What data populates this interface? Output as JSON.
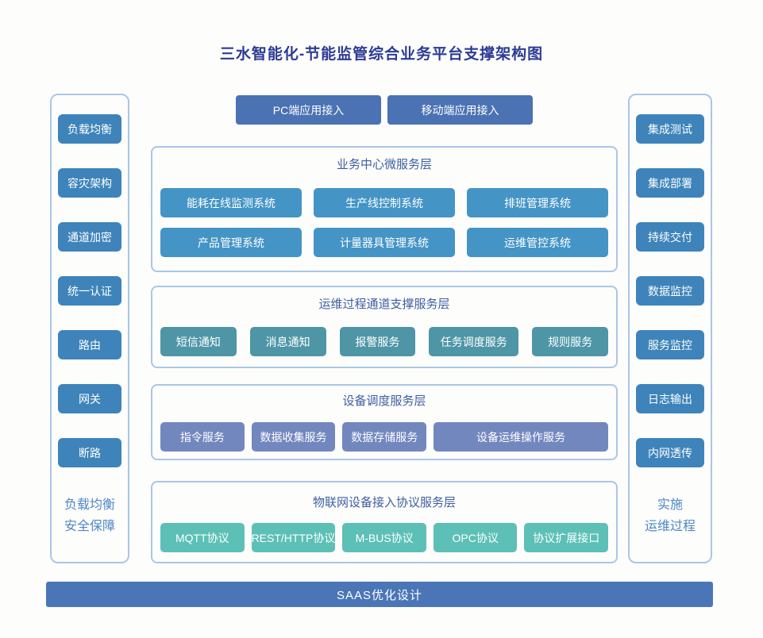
{
  "title": "三水智能化-节能监管综合业务平台支撑架构图",
  "top_buttons": [
    "PC端应用接入",
    "移动端应用接入"
  ],
  "left_panel": {
    "items": [
      "负载均衡",
      "容灾架构",
      "通道加密",
      "统一认证",
      "路由",
      "网关",
      "断路"
    ],
    "footer": [
      "负载均衡",
      "安全保障"
    ]
  },
  "right_panel": {
    "items": [
      "集成测试",
      "集成部署",
      "持续交付",
      "数据监控",
      "服务监控",
      "日志输出",
      "内网透传"
    ],
    "footer": [
      "实施",
      "运维过程"
    ]
  },
  "sections": [
    {
      "title": "业务中心微服务层",
      "rows": [
        [
          "能耗在线监测系统",
          "生产线控制系统",
          "排班管理系统"
        ],
        [
          "产品管理系统",
          "计量器具管理系统",
          "运维管控系统"
        ]
      ]
    },
    {
      "title": "运维过程通道支撑服务层",
      "rows": [
        [
          "短信通知",
          "消息通知",
          "报警服务",
          "任务调度服务",
          "规则服务"
        ]
      ]
    },
    {
      "title": "设备调度服务层",
      "rows": [
        [
          "指令服务",
          "数据收集服务",
          "数据存储服务",
          "设备运维操作服务"
        ]
      ]
    },
    {
      "title": "物联网设备接入协议服务层",
      "rows": [
        [
          "MQTT协议",
          "REST/HTTP协议",
          "M-BUS协议",
          "OPC协议",
          "协议扩展接口"
        ]
      ]
    }
  ],
  "footer_bar": {
    "label": "SAAS优化设计"
  },
  "colors": {
    "title_text": "#2c3b94",
    "section_title_text": "#3e5ea1",
    "panel_border": "#aac6e8",
    "side_box": "#3e84ba",
    "side_footer_text": "#4e87c6",
    "top_button": "#4b72b3",
    "business_layer_box": "#4494c6",
    "channel_layer_box": "#4e96a6",
    "device_layer_box": "#7387bf",
    "protocol_layer_box": "#5cc0b6",
    "footer_bar": "#4a76b7"
  }
}
